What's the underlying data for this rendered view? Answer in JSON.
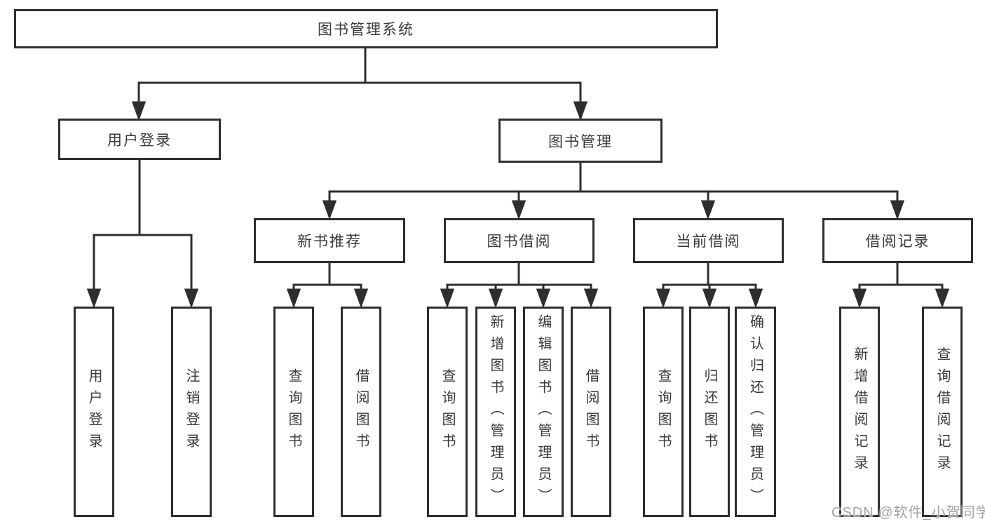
{
  "diagram": {
    "root": {
      "label": "图书管理系统"
    },
    "branches": [
      {
        "label": "用户登录",
        "children": [
          {
            "label": "用户登录"
          },
          {
            "label": "注销登录"
          }
        ]
      },
      {
        "label": "图书管理",
        "children": [
          {
            "label": "新书推荐",
            "children": [
              {
                "label": "查询图书"
              },
              {
                "label": "借阅图书"
              }
            ]
          },
          {
            "label": "图书借阅",
            "children": [
              {
                "label": "查询图书"
              },
              {
                "label": "新增图书（管理员）"
              },
              {
                "label": "编辑图书（管理员）"
              },
              {
                "label": "借阅图书"
              }
            ]
          },
          {
            "label": "当前借阅",
            "children": [
              {
                "label": "查询图书"
              },
              {
                "label": "归还图书"
              },
              {
                "label": "确认归还（管理员）"
              }
            ]
          },
          {
            "label": "借阅记录",
            "children": [
              {
                "label": "新增借阅记录"
              },
              {
                "label": "查询借阅记录"
              }
            ]
          }
        ]
      }
    ]
  },
  "watermark": {
    "text": "CSDN @软件_小贺同学"
  },
  "colors": {
    "line": "#2e2e2e",
    "text": "#3a3a3a",
    "watermark": "#a3a3a3",
    "background": "#ffffff"
  }
}
